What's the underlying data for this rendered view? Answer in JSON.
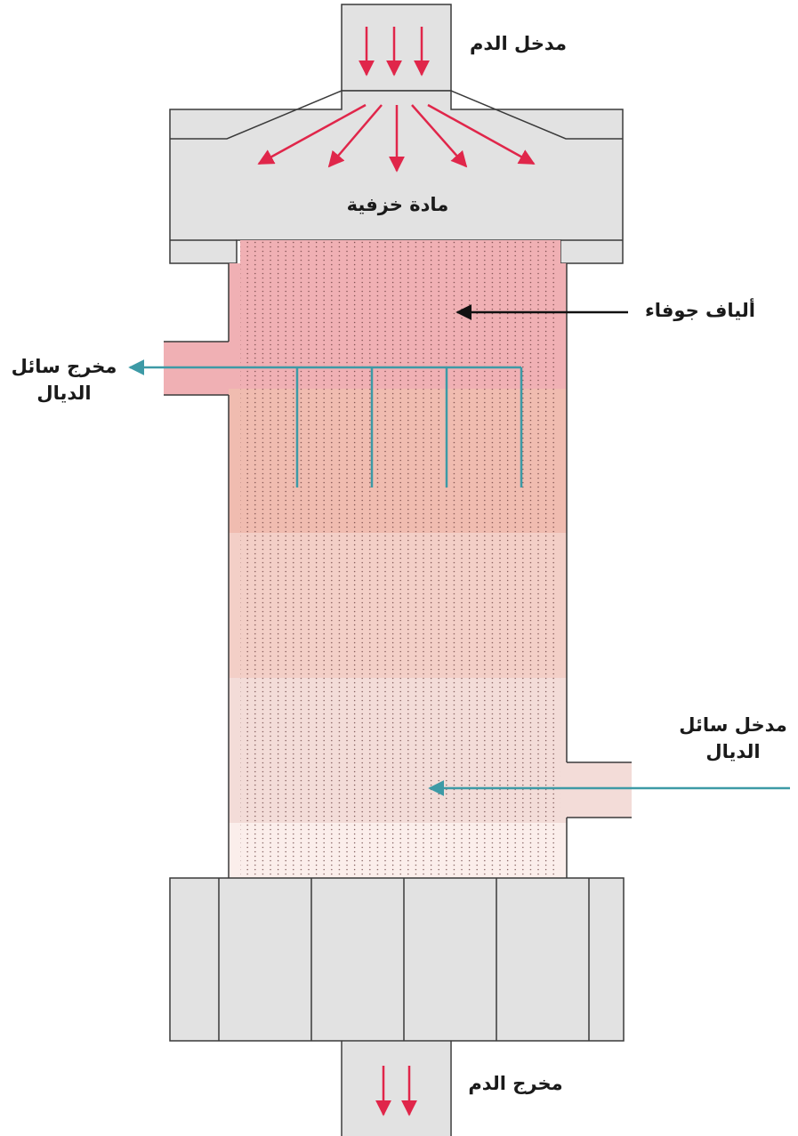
{
  "labels": {
    "blood_inlet": "مدخل الدم",
    "blood_outlet": "مخرج الدم",
    "potting": "مادة خزفية",
    "hollow_fibers": "ألياف جوفاء",
    "dialysate_outlet_l1": "مخرج سائل",
    "dialysate_outlet_l2": "الديال",
    "dialysate_inlet_l1": "مدخل سائل",
    "dialysate_inlet_l2": "الديال"
  },
  "colors": {
    "housing_fill": "#e2e2e2",
    "outline": "#3a3a3a",
    "blood_arrow": "#e0264a",
    "dialysate_arrow": "#3d9aa6",
    "pointer_arrow": "#111111",
    "band_colors": [
      "#f0b0b4",
      "#f0bcb0",
      "#f3cfc7",
      "#f3dcd8",
      "#fbeeeb"
    ]
  },
  "icons": {
    "inlet_arrows": "arrow-down-icon",
    "outlet_arrows": "arrow-down-icon",
    "spread_arrows": "arrow-icon",
    "fiber_pointer": "arrow-left-icon",
    "dialysate_in_pointer": "arrow-left-icon",
    "dialysate_out_pointer": "arrow-left-icon"
  }
}
